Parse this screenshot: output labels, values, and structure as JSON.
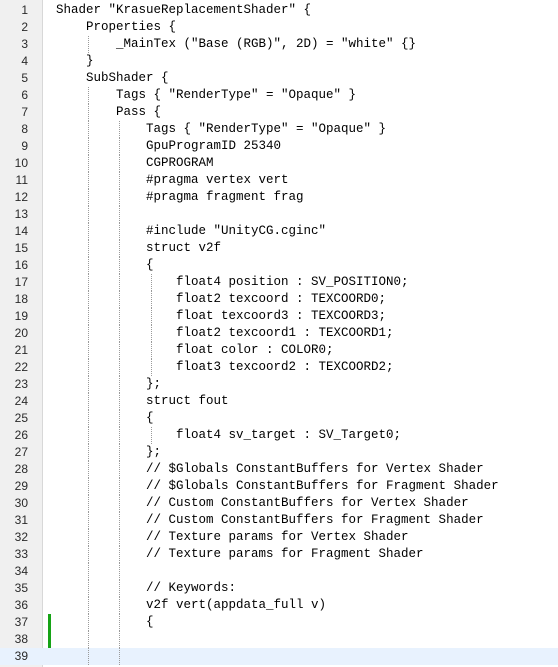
{
  "editor": {
    "start_line": 1,
    "current_line": 39,
    "lines": [
      "Shader \"KrasueReplacementShader\" {",
      "    Properties {",
      "        _MainTex (\"Base (RGB)\", 2D) = \"white\" {}",
      "    }",
      "    SubShader {",
      "        Tags { \"RenderType\" = \"Opaque\" }",
      "        Pass {",
      "            Tags { \"RenderType\" = \"Opaque\" }",
      "            GpuProgramID 25340",
      "            CGPROGRAM",
      "            #pragma vertex vert",
      "            #pragma fragment frag",
      "",
      "            #include \"UnityCG.cginc\"",
      "            struct v2f",
      "            {",
      "                float4 position : SV_POSITION0;",
      "                float2 texcoord : TEXCOORD0;",
      "                float texcoord3 : TEXCOORD3;",
      "                float2 texcoord1 : TEXCOORD1;",
      "                float color : COLOR0;",
      "                float3 texcoord2 : TEXCOORD2;",
      "            };",
      "            struct fout",
      "            {",
      "                float4 sv_target : SV_Target0;",
      "            };",
      "            // $Globals ConstantBuffers for Vertex Shader",
      "            // $Globals ConstantBuffers for Fragment Shader",
      "            // Custom ConstantBuffers for Vertex Shader",
      "            // Custom ConstantBuffers for Fragment Shader",
      "            // Texture params for Vertex Shader",
      "            // Texture params for Fragment Shader",
      "",
      "            // Keywords:",
      "            v2f vert(appdata_full v)",
      "            {",
      "",
      ""
    ],
    "changed_lines": [
      37,
      38
    ],
    "colors": {
      "gutter": "#f0f0f0",
      "change_bar": "#16a316",
      "current_line": "#e8f2fe",
      "indent_guide": "#9a9a9a"
    }
  }
}
